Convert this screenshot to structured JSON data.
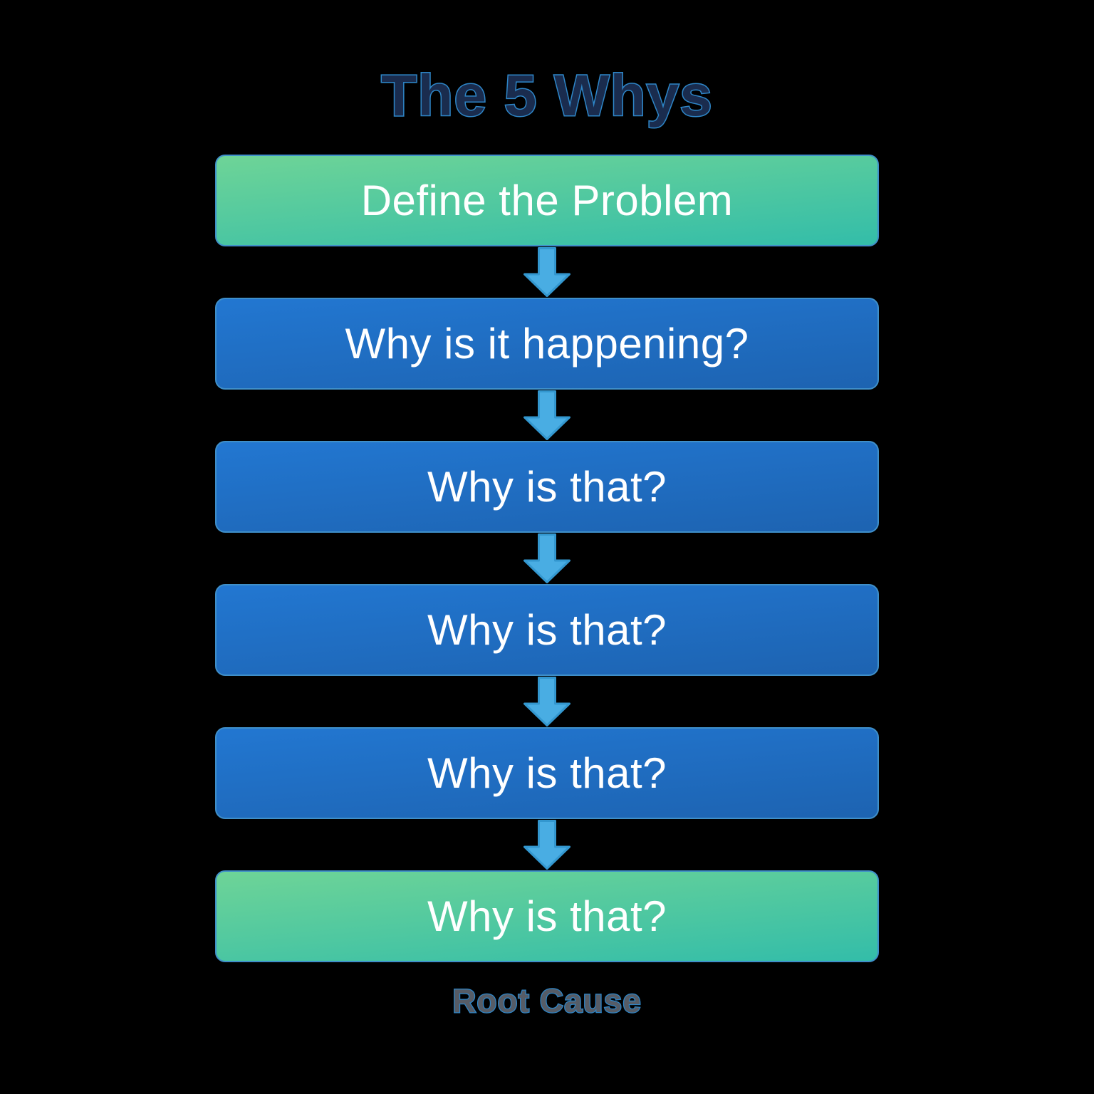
{
  "title": "The 5 Whys",
  "footer_label": "Root Cause",
  "icons": {
    "between_steps": "down-arrow"
  },
  "colors": {
    "background": "#000000",
    "green_top": "#6ed497",
    "green_bottom": "#33bda9",
    "blue_top": "#2277d1",
    "blue_bottom": "#1d63b1",
    "box_border": "#3f8fc9",
    "box_text": "#ffffff",
    "arrow_fill": "#49ade3",
    "arrow_stroke": "#3397cf",
    "title_fill": "#1a2c4e",
    "title_stroke": "#2e86c8",
    "footer_fill": "#565c66",
    "footer_stroke": "#2e86c8"
  },
  "steps": [
    {
      "label": "Define the Problem",
      "variant": "green"
    },
    {
      "label": "Why is it happening?",
      "variant": "blue"
    },
    {
      "label": "Why is that?",
      "variant": "blue"
    },
    {
      "label": "Why is that?",
      "variant": "blue"
    },
    {
      "label": "Why is that?",
      "variant": "blue"
    },
    {
      "label": "Why is that?",
      "variant": "green"
    }
  ]
}
